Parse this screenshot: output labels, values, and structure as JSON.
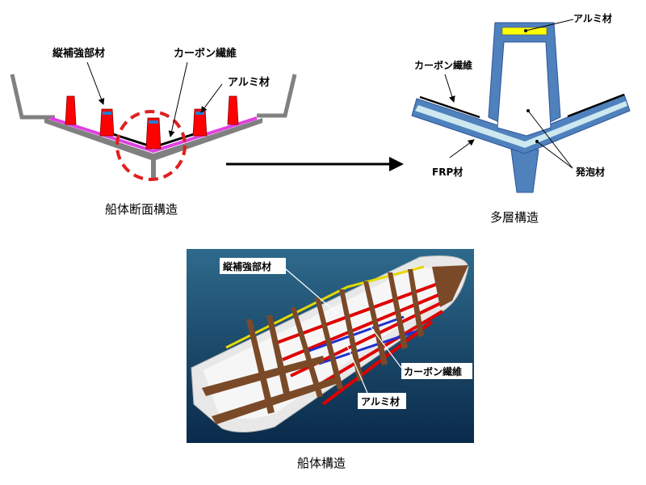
{
  "hull_section": {
    "caption": "船体断面構造",
    "labels": {
      "longitudinal": "縦補強部材",
      "carbon": "カーボン繊維",
      "aluminum": "アルミ材"
    }
  },
  "multilayer": {
    "caption": "多層構造",
    "labels": {
      "aluminum": "アルミ材",
      "carbon": "カーボン繊維",
      "frp": "FRP材",
      "foam": "発泡材"
    }
  },
  "hull_3d": {
    "caption": "船体構造",
    "labels": {
      "longitudinal": "縦補強部材",
      "carbon": "カーボン繊維",
      "aluminum": "アルミ材"
    }
  },
  "colors": {
    "rib": "#ff0000",
    "magenta": "#e040e0",
    "blue_layer": "#4f81bd",
    "foam": "#cde8ef",
    "aluminum": "#ffff00"
  }
}
